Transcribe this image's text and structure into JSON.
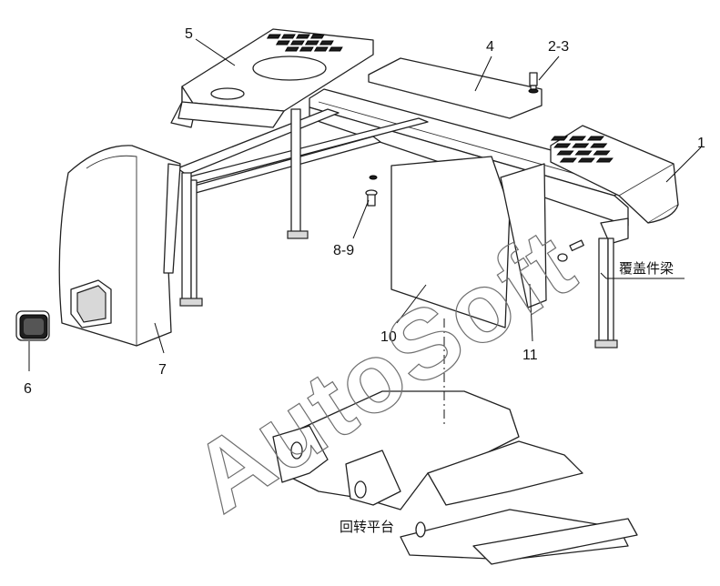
{
  "callouts": {
    "c1": "1",
    "c2_3": "2-3",
    "c4": "4",
    "c5": "5",
    "c6": "6",
    "c7": "7",
    "c8_9": "8-9",
    "c10": "10",
    "c11": "11"
  },
  "labels": {
    "cover_beam": "覆盖件梁",
    "turntable": "回转平台"
  },
  "watermark": "AutoSoft"
}
